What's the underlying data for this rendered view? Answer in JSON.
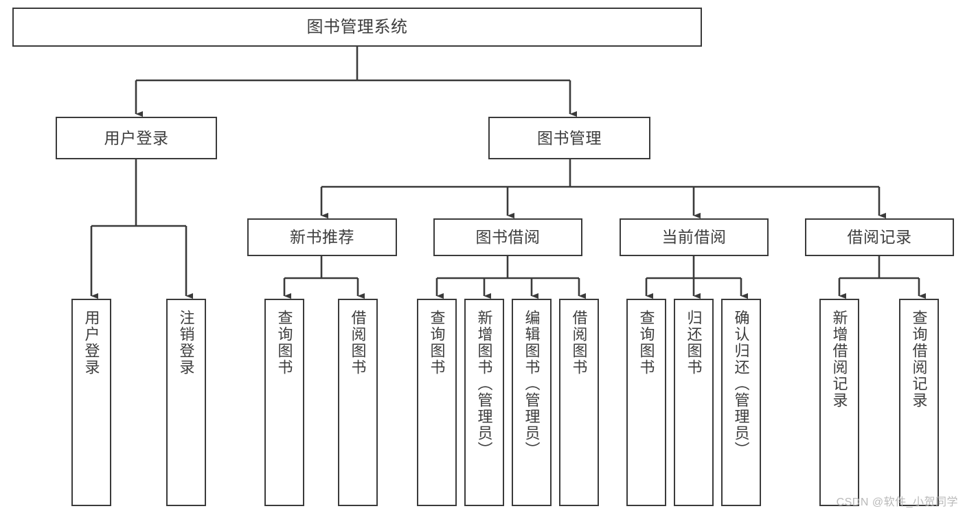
{
  "diagram": {
    "title": "图书管理系统",
    "type": "tree-hierarchy-diagram",
    "colors": {
      "box_border": "#3a3a3a",
      "box_fill": "#ffffff",
      "edge": "#3a3a3a",
      "text": "#3d3d3d",
      "watermark": "#b9b9b9",
      "canvas": "#ffffff"
    },
    "root": {
      "label": "图书管理系统"
    },
    "level2": [
      {
        "label": "用户登录"
      },
      {
        "label": "图书管理"
      }
    ],
    "level3": [
      {
        "label": "新书推荐"
      },
      {
        "label": "图书借阅"
      },
      {
        "label": "当前借阅"
      },
      {
        "label": "借阅记录"
      }
    ],
    "leaves": {
      "user_login": [
        {
          "label": "用户登录"
        },
        {
          "label": "注销登录"
        }
      ],
      "new_book_recommend": [
        {
          "label": "查询图书"
        },
        {
          "label": "借阅图书"
        }
      ],
      "book_borrow": [
        {
          "label": "查询图书"
        },
        {
          "label": "新增图书（管理员）"
        },
        {
          "label": "编辑图书（管理员）"
        },
        {
          "label": "借阅图书"
        }
      ],
      "current_borrow": [
        {
          "label": "查询图书"
        },
        {
          "label": "归还图书"
        },
        {
          "label": "确认归还（管理员）"
        }
      ],
      "borrow_record": [
        {
          "label": "新增借阅记录"
        },
        {
          "label": "查询借阅记录"
        }
      ]
    },
    "watermark": "CSDN @软件_小贺同学"
  }
}
